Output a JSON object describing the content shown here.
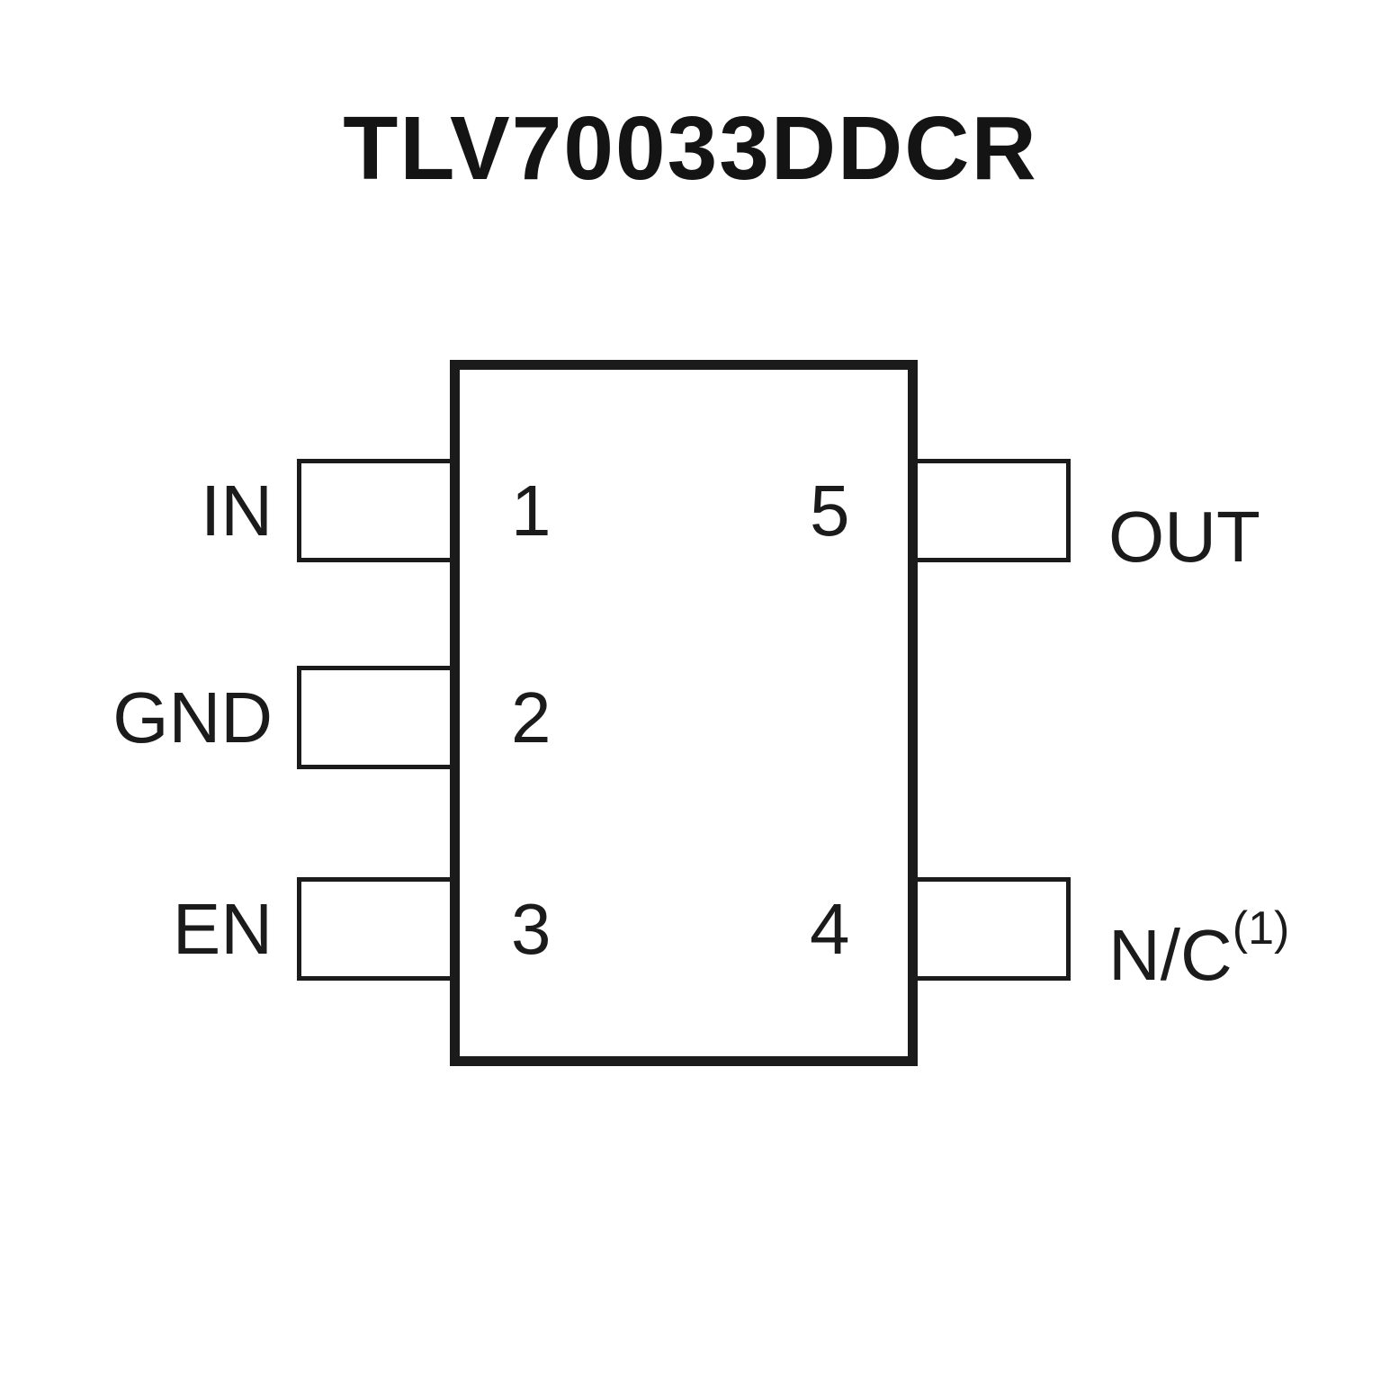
{
  "title": "TLV70033DDCR",
  "diagram": {
    "left_pins": [
      {
        "label": "IN",
        "number": "1"
      },
      {
        "label": "GND",
        "number": "2"
      },
      {
        "label": "EN",
        "number": "3"
      }
    ],
    "right_pins": [
      {
        "label": "OUT",
        "number": "5",
        "note": ""
      },
      {
        "label": "N/C",
        "number": "4",
        "note": "(1)"
      }
    ]
  }
}
